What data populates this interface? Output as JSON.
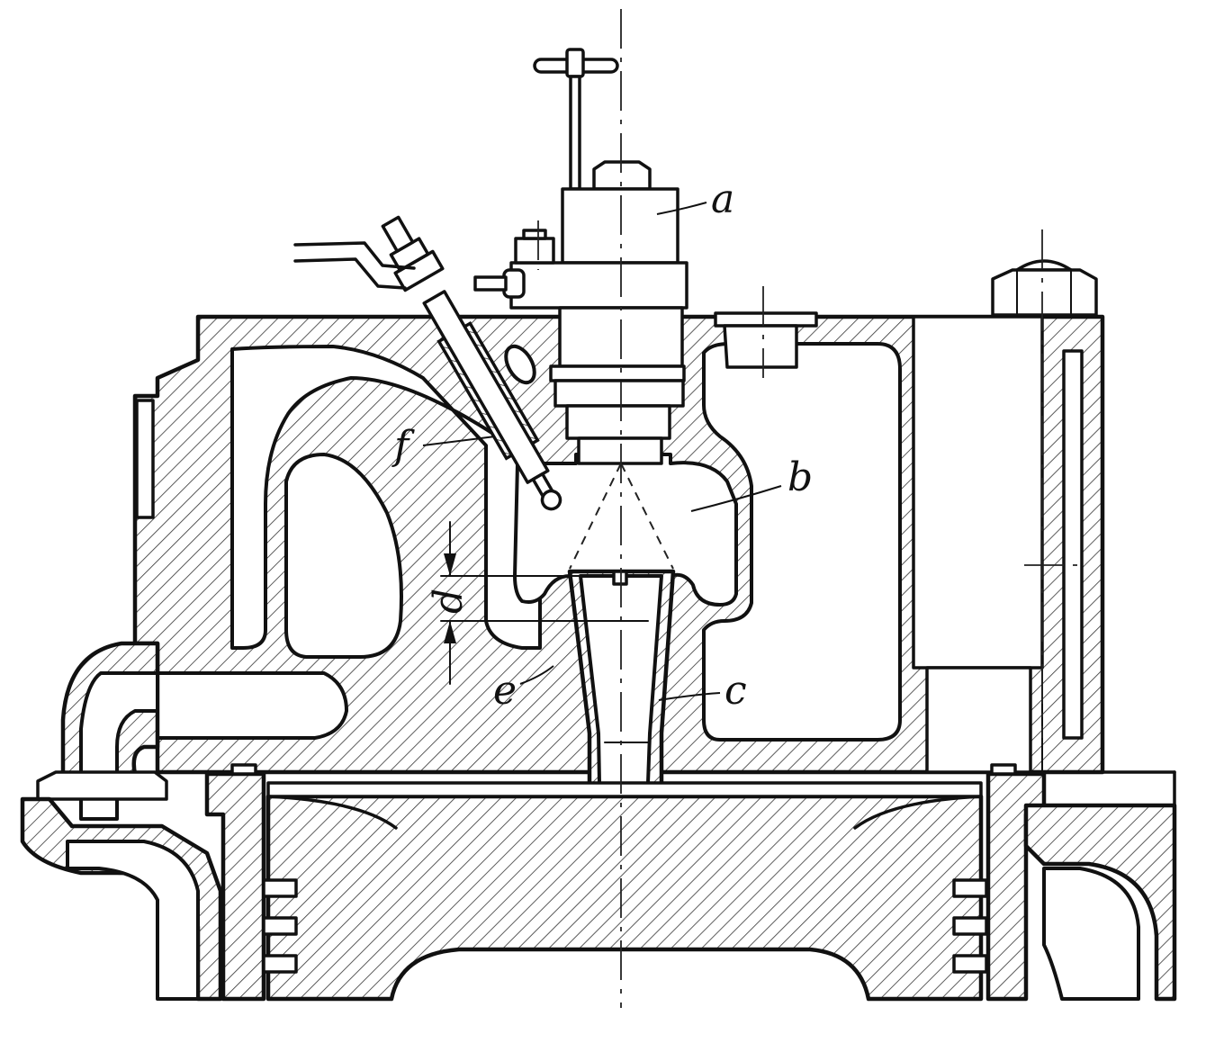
{
  "labels": {
    "a": "a",
    "b": "b",
    "c": "c",
    "d": "d",
    "e": "e",
    "f": "f"
  },
  "colors": {
    "ink": "#111111",
    "paper": "#ffffff"
  }
}
